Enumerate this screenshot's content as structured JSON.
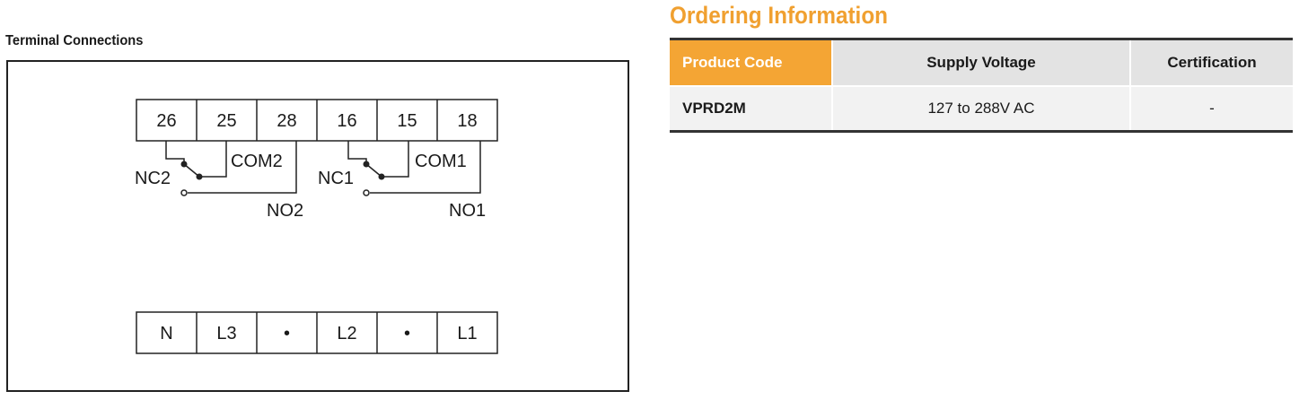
{
  "terminal": {
    "title": "Terminal Connections",
    "top_row": [
      "26",
      "25",
      "28",
      "16",
      "15",
      "18"
    ],
    "bottom_row": [
      "N",
      "L3",
      "•",
      "L2",
      "•",
      "L1"
    ],
    "relay_labels": {
      "nc2": "NC2",
      "com2": "COM2",
      "no2": "NO2",
      "nc1": "NC1",
      "com1": "COM1",
      "no1": "NO1"
    }
  },
  "ordering": {
    "title": "Ordering Information",
    "headers": [
      "Product Code",
      "Supply Voltage",
      "Certification"
    ],
    "rows": [
      [
        "VPRD2M",
        "127 to 288V AC",
        "-"
      ]
    ]
  },
  "colors": {
    "accent": "#f4a534",
    "header_bg": "#e3e3e3",
    "row_bg": "#f2f2f2"
  }
}
